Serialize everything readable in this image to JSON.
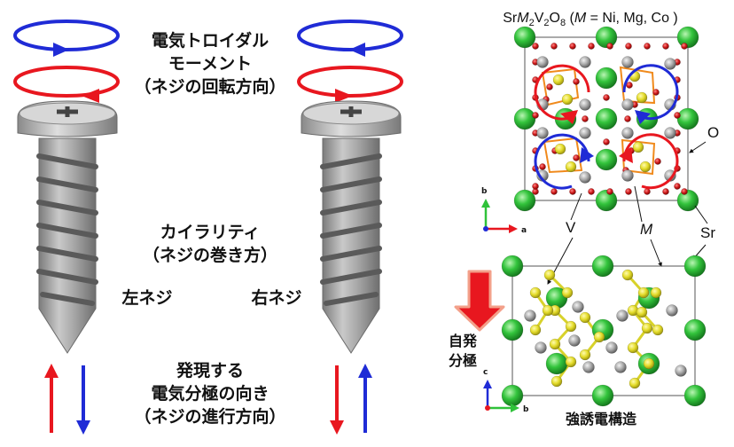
{
  "left_panel": {
    "toroidal_label": [
      "電気トロイダル",
      "モーメント",
      "（ネジの回転方向）"
    ],
    "chirality_label": [
      "カイラリティ",
      "（ネジの巻き方）"
    ],
    "left_screw_label": "左ネジ",
    "right_screw_label": "右ネジ",
    "polarization_label": [
      "発現する",
      "電気分極の向き",
      "（ネジの進行方向）"
    ]
  },
  "right_panel": {
    "formula": {
      "prefix": "Sr",
      "m": "M",
      "sub2": "2",
      "v": "V",
      "sub2b": "2",
      "o": "O",
      "sub8": "8",
      "suffix_open": " (",
      "m2": "M",
      "suffix": " = Ni, Mg, Co )"
    },
    "atom_labels": {
      "o": "O",
      "v": "V",
      "m": "M",
      "sr": "Sr"
    },
    "axis_top": {
      "b": "b",
      "a": "a"
    },
    "axis_bottom": {
      "c": "c",
      "b": "b"
    },
    "spontaneous_label": [
      "自発",
      "分極"
    ],
    "bottom_caption": "強誘電構造"
  },
  "colors": {
    "red": "#e8171f",
    "blue": "#1f2bd6",
    "sr_green": "#2fc23a",
    "v_yellow": "#e6e033",
    "o_red": "#c81818",
    "m_gray": "#a8a8a8",
    "screw_gray": "#9a9a9a"
  }
}
